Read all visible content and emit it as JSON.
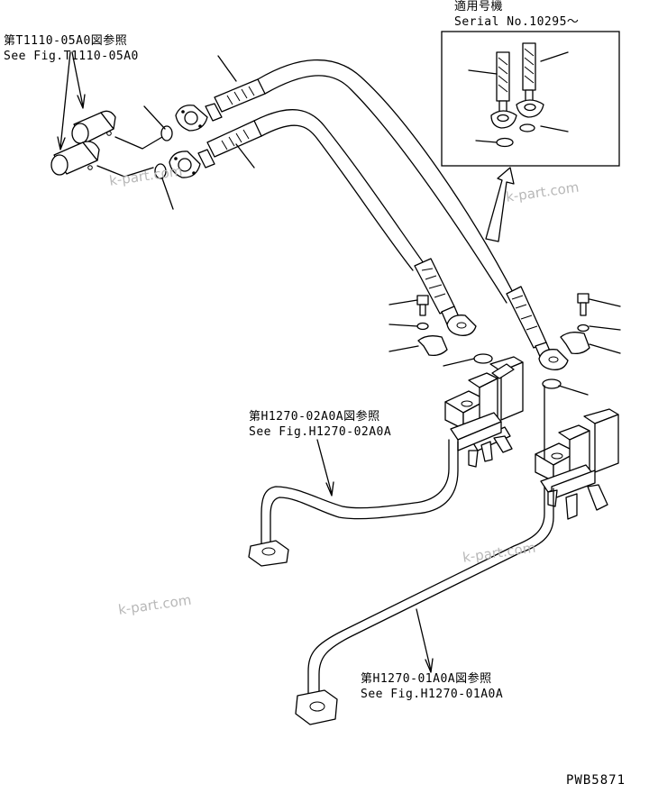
{
  "references": {
    "t1110": {
      "jp": "第T1110-05A0図参照",
      "en": "See Fig.T1110-05A0"
    },
    "h1270_02": {
      "jp": "第H1270-02A0A図参照",
      "en": "See Fig.H1270-02A0A"
    },
    "h1270_01": {
      "jp": "第H1270-01A0A図参照",
      "en": "See Fig.H1270-01A0A"
    }
  },
  "inset": {
    "jp": "適用号機",
    "serial": "Serial No.10295～"
  },
  "watermarks": [
    "k-part.com",
    "k-part.com",
    "k-part.com",
    "k-part.com"
  ],
  "figure_code": "PWB5871"
}
